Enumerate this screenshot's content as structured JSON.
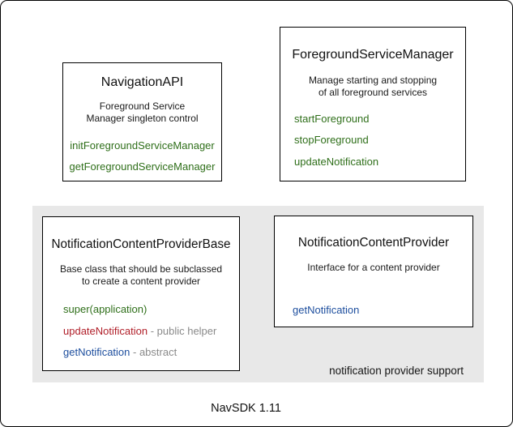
{
  "colors": {
    "green": "#2f6f1a",
    "red": "#b01e28",
    "blue": "#1d4e9e",
    "gray-text": "#8a8a8a",
    "panel-bg": "#e8e8e8",
    "border": "#000000"
  },
  "boxes": [
    {
      "title": "NavigationAPI",
      "description": "Foreground Service\nManager singleton control",
      "methods": [
        {
          "name": "initForegroundServiceManager",
          "color": "green"
        },
        {
          "name": "getForegroundServiceManager",
          "color": "green"
        }
      ]
    },
    {
      "title": "ForegroundServiceManager",
      "description": "Manage starting and stopping\nof all foreground services",
      "methods": [
        {
          "name": "startForeground",
          "color": "green"
        },
        {
          "name": "stopForeground",
          "color": "green"
        },
        {
          "name": "updateNotification",
          "color": "green"
        }
      ]
    },
    {
      "title": "NotificationContentProviderBase",
      "description": "Base class that should be subclassed\nto create a content provider",
      "methods": [
        {
          "name": "super(application)",
          "color": "green"
        },
        {
          "name": "updateNotification",
          "color": "red",
          "suffix": " - public helper"
        },
        {
          "name": "getNotification",
          "color": "blue",
          "suffix": " - abstract"
        }
      ]
    },
    {
      "title": "NotificationContentProvider",
      "description": "Interface for a content provider",
      "methods": [
        {
          "name": "getNotification",
          "color": "blue"
        }
      ]
    }
  ],
  "panel": {
    "caption": "notification provider support"
  },
  "footer": {
    "version_label": "NavSDK 1.11"
  }
}
